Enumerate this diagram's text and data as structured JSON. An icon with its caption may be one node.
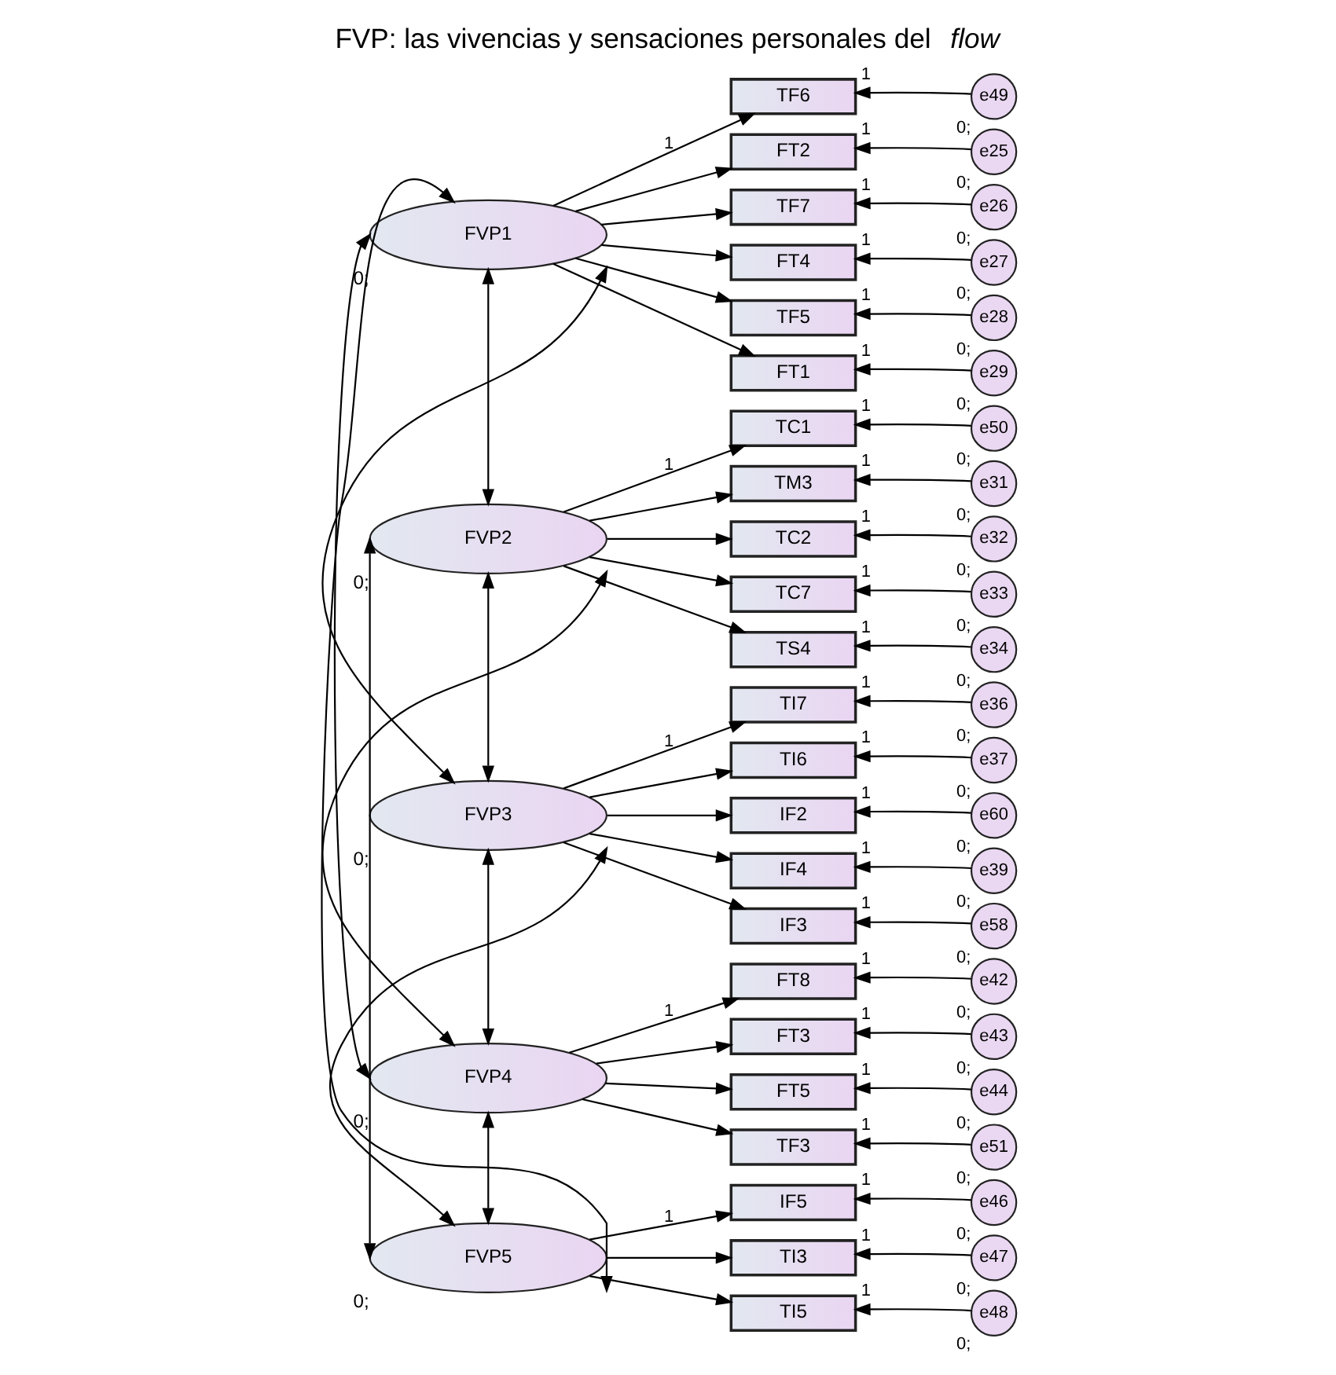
{
  "diagram": {
    "title": "FVP: las vivencias y sensaciones personales del *flow*",
    "nodes": [
      {
        "text": [
          "FVP1"
        ],
        "beside": [
          "0;"
        ]
      },
      {
        "text": [
          "FVP2"
        ],
        "beside": [
          "0;"
        ]
      },
      {
        "text": [
          "FVP3"
        ],
        "beside": [
          "0;"
        ]
      },
      {
        "text": [
          "FVP4"
        ],
        "beside": [
          "0;"
        ]
      },
      {
        "text": [
          "FVP5"
        ],
        "beside": [
          "0;"
        ]
      },
      {
        "text": [
          "TF6"
        ]
      },
      {
        "text": [
          "FT2"
        ]
      },
      {
        "text": [
          "TF7"
        ]
      },
      {
        "text": [
          "FT4"
        ]
      },
      {
        "text": [
          "TF5"
        ]
      },
      {
        "text": [
          "FT1"
        ]
      },
      {
        "text": [
          "TC1"
        ]
      },
      {
        "text": [
          "TM3"
        ]
      },
      {
        "text": [
          "TC2"
        ]
      },
      {
        "text": [
          "TC7"
        ]
      },
      {
        "text": [
          "TS4"
        ]
      },
      {
        "text": [
          "TI7"
        ]
      },
      {
        "text": [
          "TI6"
        ]
      },
      {
        "text": [
          "IF2"
        ]
      },
      {
        "text": [
          "IF4"
        ]
      },
      {
        "text": [
          "IF3"
        ]
      },
      {
        "text": [
          "FT8"
        ]
      },
      {
        "text": [
          "FT3"
        ]
      },
      {
        "text": [
          "FT5"
        ]
      },
      {
        "text": [
          "TF3"
        ]
      },
      {
        "text": [
          "IF5"
        ]
      },
      {
        "text": [
          "TI3"
        ]
      },
      {
        "text": [
          "TI5"
        ]
      },
      {
        "text": [
          "e49"
        ],
        "beside": [
          "0;"
        ]
      },
      {
        "text": [
          "e25"
        ],
        "beside": [
          "0;"
        ]
      },
      {
        "text": [
          "e26"
        ],
        "beside": [
          "0;"
        ]
      },
      {
        "text": [
          "e27"
        ],
        "beside": [
          "0;"
        ]
      },
      {
        "text": [
          "e28"
        ],
        "beside": [
          "0;"
        ]
      },
      {
        "text": [
          "e29"
        ],
        "beside": [
          "0;"
        ]
      },
      {
        "text": [
          "e50"
        ],
        "beside": [
          "0;"
        ]
      },
      {
        "text": [
          "e31"
        ],
        "beside": [
          "0;"
        ]
      },
      {
        "text": [
          "e32"
        ],
        "beside": [
          "0;"
        ]
      },
      {
        "text": [
          "e33"
        ],
        "beside": [
          "0;"
        ]
      },
      {
        "text": [
          "e34"
        ],
        "beside": [
          "0;"
        ]
      },
      {
        "text": [
          "e36"
        ],
        "beside": [
          "0;"
        ]
      },
      {
        "text": [
          "e37"
        ],
        "beside": [
          "0;"
        ]
      },
      {
        "text": [
          "e60"
        ],
        "beside": [
          "0;"
        ]
      },
      {
        "text": [
          "e39"
        ],
        "beside": [
          "0;"
        ]
      },
      {
        "text": [
          "e58"
        ],
        "beside": [
          "0;"
        ]
      },
      {
        "text": [
          "e42"
        ],
        "beside": [
          "0;"
        ]
      },
      {
        "text": [
          "e43"
        ],
        "beside": [
          "0;"
        ]
      },
      {
        "text": [
          "e44"
        ],
        "beside": [
          "0;"
        ]
      },
      {
        "text": [
          "e51"
        ],
        "beside": [
          "0;"
        ]
      },
      {
        "text": [
          "e46"
        ],
        "beside": [
          "0;"
        ]
      },
      {
        "text": [
          "e47"
        ],
        "beside": [
          "0;"
        ]
      },
      {
        "text": [
          "e48"
        ],
        "beside": [
          "0;"
        ]
      }
    ],
    "edges": [
      {
        "from": 0,
        "to": 5,
        "arrow": "to",
        "label": "1"
      },
      {
        "from": 0,
        "to": 6,
        "arrow": "to"
      },
      {
        "from": 0,
        "to": 7,
        "arrow": "to"
      },
      {
        "from": 0,
        "to": 8,
        "arrow": "to"
      },
      {
        "from": 0,
        "to": 9,
        "arrow": "to"
      },
      {
        "from": 0,
        "to": 10,
        "arrow": "to"
      },
      {
        "from": 1,
        "to": 11,
        "arrow": "to",
        "label": "1"
      },
      {
        "from": 1,
        "to": 12,
        "arrow": "to"
      },
      {
        "from": 1,
        "to": 13,
        "arrow": "to"
      },
      {
        "from": 1,
        "to": 14,
        "arrow": "to"
      },
      {
        "from": 1,
        "to": 15,
        "arrow": "to"
      },
      {
        "from": 2,
        "to": 16,
        "arrow": "to",
        "label": "1"
      },
      {
        "from": 2,
        "to": 17,
        "arrow": "to"
      },
      {
        "from": 2,
        "to": 18,
        "arrow": "to"
      },
      {
        "from": 2,
        "to": 19,
        "arrow": "to"
      },
      {
        "from": 2,
        "to": 20,
        "arrow": "to"
      },
      {
        "from": 3,
        "to": 21,
        "arrow": "to",
        "label": "1"
      },
      {
        "from": 3,
        "to": 22,
        "arrow": "to"
      },
      {
        "from": 3,
        "to": 23,
        "arrow": "to"
      },
      {
        "from": 3,
        "to": 24,
        "arrow": "to"
      },
      {
        "from": 4,
        "to": 25,
        "arrow": "to",
        "label": "1"
      },
      {
        "from": 4,
        "to": 26,
        "arrow": "to"
      },
      {
        "from": 4,
        "to": 27,
        "arrow": "to"
      },
      {
        "from": 28,
        "to": 5,
        "arrow": "to",
        "label": "1"
      },
      {
        "from": 29,
        "to": 6,
        "arrow": "to",
        "label": "1"
      },
      {
        "from": 30,
        "to": 7,
        "arrow": "to",
        "label": "1"
      },
      {
        "from": 31,
        "to": 8,
        "arrow": "to",
        "label": "1"
      },
      {
        "from": 32,
        "to": 9,
        "arrow": "to",
        "label": "1"
      },
      {
        "from": 33,
        "to": 10,
        "arrow": "to",
        "label": "1"
      },
      {
        "from": 34,
        "to": 11,
        "arrow": "to",
        "label": "1"
      },
      {
        "from": 35,
        "to": 12,
        "arrow": "to",
        "label": "1"
      },
      {
        "from": 36,
        "to": 13,
        "arrow": "to",
        "label": "1"
      },
      {
        "from": 37,
        "to": 14,
        "arrow": "to",
        "label": "1"
      },
      {
        "from": 38,
        "to": 15,
        "arrow": "to",
        "label": "1"
      },
      {
        "from": 39,
        "to": 16,
        "arrow": "to",
        "label": "1"
      },
      {
        "from": 40,
        "to": 17,
        "arrow": "to",
        "label": "1"
      },
      {
        "from": 41,
        "to": 18,
        "arrow": "to",
        "label": "1"
      },
      {
        "from": 42,
        "to": 19,
        "arrow": "to",
        "label": "1"
      },
      {
        "from": 43,
        "to": 20,
        "arrow": "to",
        "label": "1"
      },
      {
        "from": 44,
        "to": 21,
        "arrow": "to",
        "label": "1"
      },
      {
        "from": 45,
        "to": 22,
        "arrow": "to",
        "label": "1"
      },
      {
        "from": 46,
        "to": 23,
        "arrow": "to",
        "label": "1"
      },
      {
        "from": 47,
        "to": 24,
        "arrow": "to",
        "label": "1"
      },
      {
        "from": 48,
        "to": 25,
        "arrow": "to",
        "label": "1"
      },
      {
        "from": 49,
        "to": 26,
        "arrow": "to",
        "label": "1"
      },
      {
        "from": 50,
        "to": 27,
        "arrow": "to",
        "label": "1"
      },
      {
        "from": 0,
        "to": 1,
        "arrow": "both"
      },
      {
        "from": 0,
        "to": 2,
        "arrow": "both"
      },
      {
        "from": 0,
        "to": 3,
        "arrow": "both"
      },
      {
        "from": 0,
        "to": 4,
        "arrow": "both"
      },
      {
        "from": 1,
        "to": 2,
        "arrow": "both"
      },
      {
        "from": 1,
        "to": 3,
        "arrow": "both"
      },
      {
        "from": 1,
        "to": 4,
        "arrow": "both"
      },
      {
        "from": 2,
        "to": 3,
        "arrow": "both"
      },
      {
        "from": 2,
        "to": 4,
        "arrow": "both"
      },
      {
        "from": 3,
        "to": 4,
        "arrow": "both"
      }
    ]
  }
}
